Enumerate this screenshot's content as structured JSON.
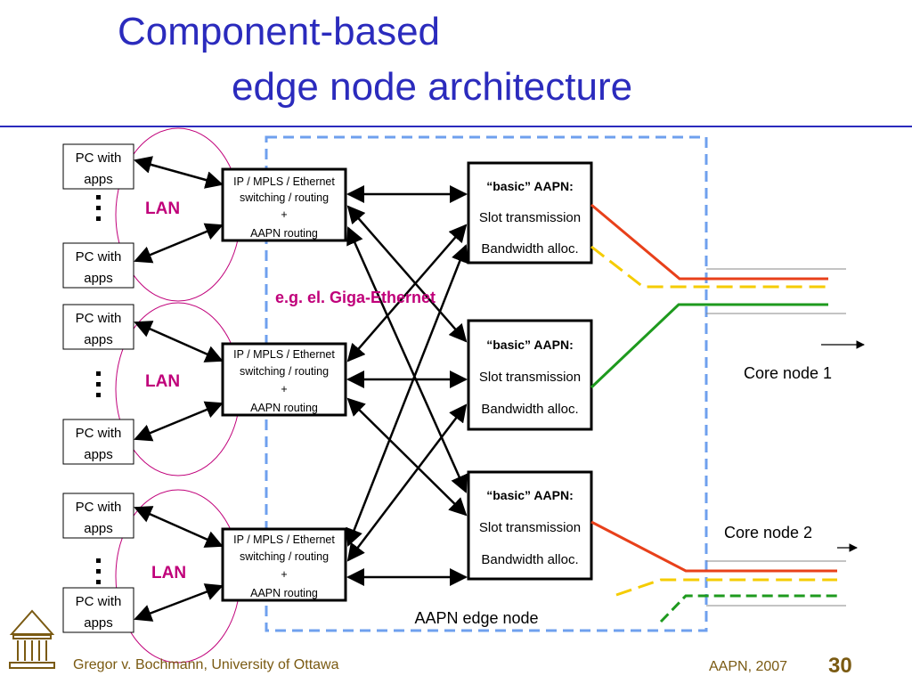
{
  "title": {
    "line1": "Component-based",
    "line2": "edge node architecture"
  },
  "pc_label": [
    "PC with",
    "apps"
  ],
  "lan_label": "LAN",
  "switch_label": [
    "IP / MPLS / Ethernet",
    "switching / routing",
    "+",
    "AAPN routing"
  ],
  "aapn_label": [
    "“basic” AAPN:",
    "Slot transmission",
    "Bandwidth alloc."
  ],
  "giga_label": "e.g. el. Giga-Ethernet",
  "edge_node_label": "AAPN edge node",
  "core_node_1": "Core node 1",
  "core_node_2": "Core node 2",
  "footer": {
    "author": "Gregor v. Bochmann, University of Ottawa",
    "event": "AAPN, 2007",
    "page": "30"
  },
  "colors": {
    "title": "#2b2bbd",
    "lan": "#c0007a",
    "dashed_box": "#6fa0ee",
    "red": "#e8401a",
    "yellow": "#f5cc00",
    "green": "#1e9a1e",
    "footer": "#7a5a12"
  },
  "icons": [
    "university-logo-icon"
  ]
}
